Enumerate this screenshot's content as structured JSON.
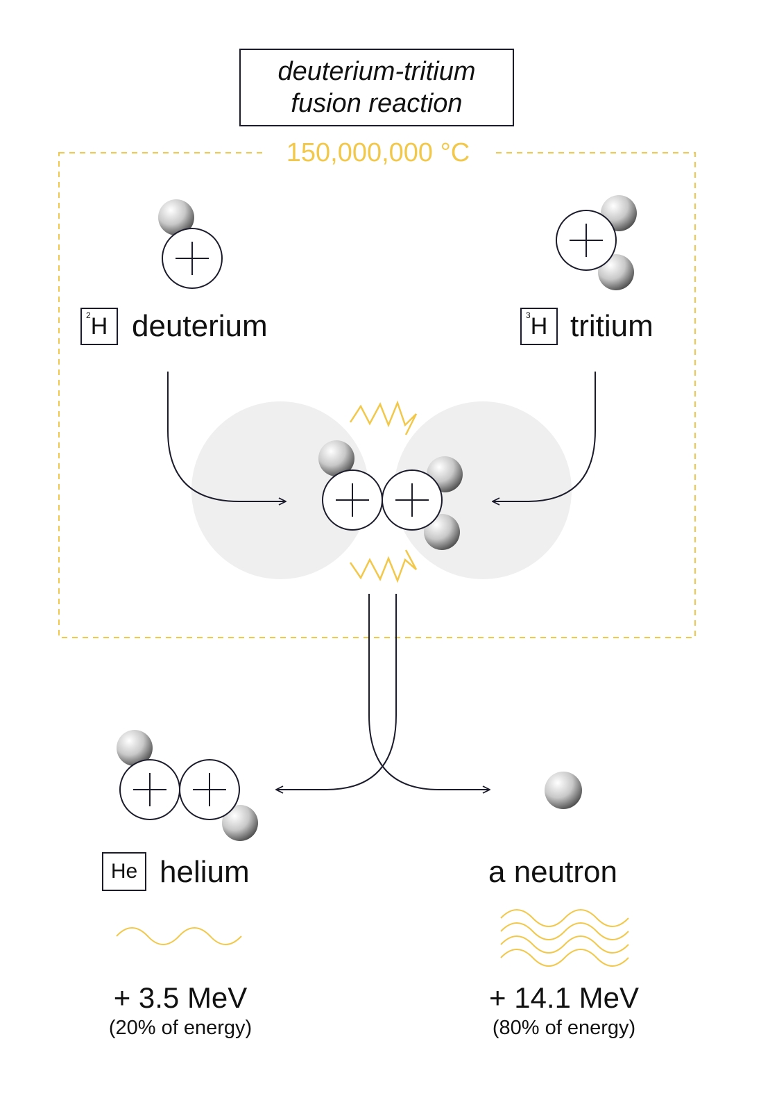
{
  "title": {
    "line1": "deuterium-tritium",
    "line2": "fusion reaction"
  },
  "temperature": "150,000,000 °C",
  "deuterium": {
    "symbol": "H",
    "mass_number": "2",
    "name": "deuterium"
  },
  "tritium": {
    "symbol": "H",
    "mass_number": "3",
    "name": "tritium"
  },
  "helium": {
    "symbol": "He",
    "name": "helium",
    "energy": "+ 3.5 MeV",
    "share": "(20% of energy)"
  },
  "neutron": {
    "name": "a neutron",
    "energy": "+ 14.1 MeV",
    "share": "(80% of energy)"
  },
  "colors": {
    "accent": "#f2c84b",
    "line": "#1b1b2b",
    "halo": "#efefef",
    "particle": "#9a9a9a"
  }
}
